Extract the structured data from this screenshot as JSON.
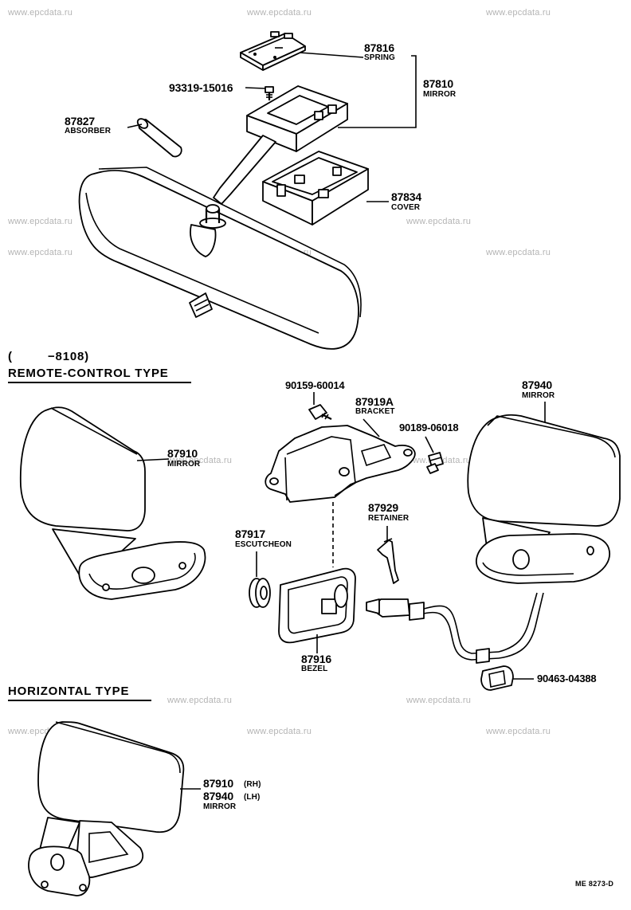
{
  "watermark": "www.epcdata.ru",
  "sections": {
    "range_open": "(",
    "range_close": "−8108)",
    "remote": "REMOTE-CONTROL TYPE",
    "horizontal": "HORIZONTAL TYPE"
  },
  "parts": {
    "p87816": {
      "number": "87816",
      "name": "SPRING"
    },
    "p93319": {
      "number": "93319-15016"
    },
    "p87810": {
      "number": "87810",
      "name": "MIRROR"
    },
    "p87827": {
      "number": "87827",
      "name": "ABSORBER"
    },
    "p87834": {
      "number": "87834",
      "name": "COVER"
    },
    "p90159": {
      "number": "90159-60014"
    },
    "p87919A": {
      "number": "87919A",
      "name": "BRACKET"
    },
    "p87940": {
      "number": "87940",
      "name": "MIRROR"
    },
    "p90189": {
      "number": "90189-06018"
    },
    "p87910": {
      "number": "87910",
      "name": "MIRROR"
    },
    "p87929": {
      "number": "87929",
      "name": "RETAINER"
    },
    "p87917": {
      "number": "87917",
      "name": "ESCUTCHEON"
    },
    "p87916": {
      "number": "87916",
      "name": "BEZEL"
    },
    "p90463": {
      "number": "90463-04388"
    },
    "horiz": {
      "number_rh": "87910",
      "suffix_rh": "(RH)",
      "number_lh": "87940",
      "suffix_lh": "(LH)",
      "name": "MIRROR"
    }
  },
  "code": "ME 8273-D"
}
